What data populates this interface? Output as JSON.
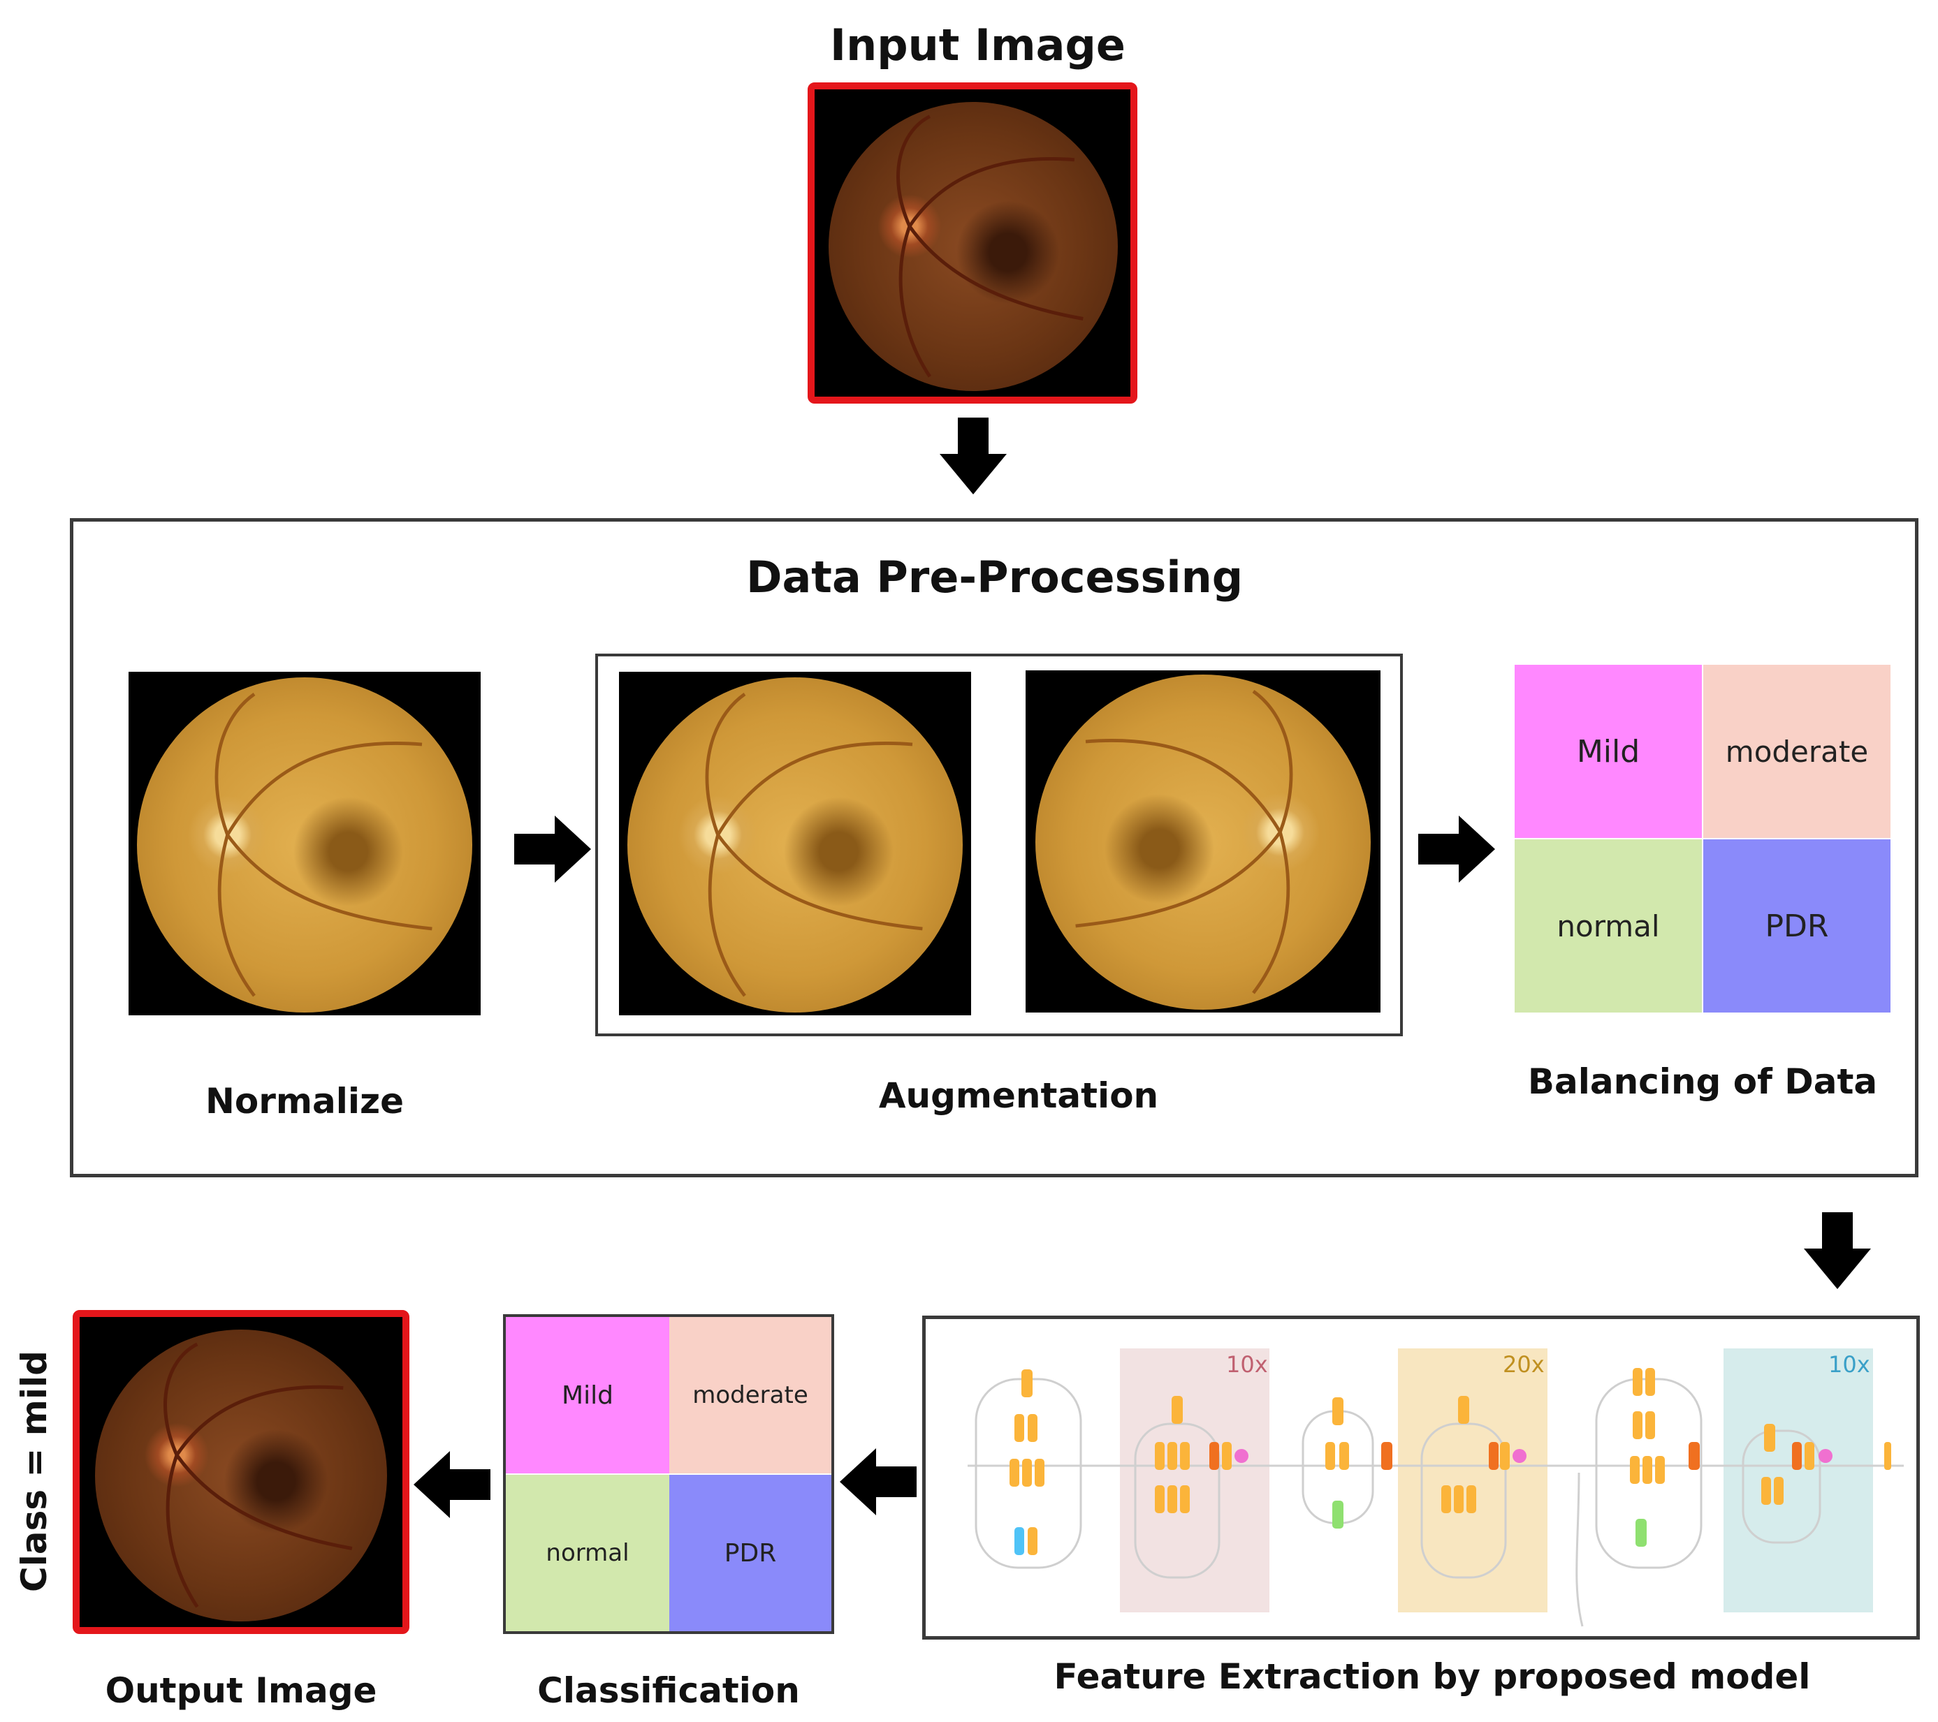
{
  "input": {
    "title": "Input Image"
  },
  "preprocessing": {
    "title": "Data Pre-Processing",
    "normalize_label": "Normalize",
    "augmentation_label": "Augmentation",
    "balancing_label": "Balancing of Data",
    "classes": [
      "Mild",
      "moderate",
      "normal",
      "PDR"
    ]
  },
  "feature_extraction": {
    "label": "Feature Extraction by proposed model",
    "repeat_labels": [
      "10x",
      "20x",
      "10x"
    ]
  },
  "classification": {
    "label": "Classification",
    "classes": [
      "Mild",
      "moderate",
      "normal",
      "PDR"
    ]
  },
  "output": {
    "title": "Output Image",
    "result": "Class = mild"
  },
  "colors": {
    "mild": "#ff88ff",
    "moderate": "#f9d1c7",
    "normal": "#d2e8ad",
    "pdr": "#8a8afa",
    "frame_red": "#e4161b"
  }
}
